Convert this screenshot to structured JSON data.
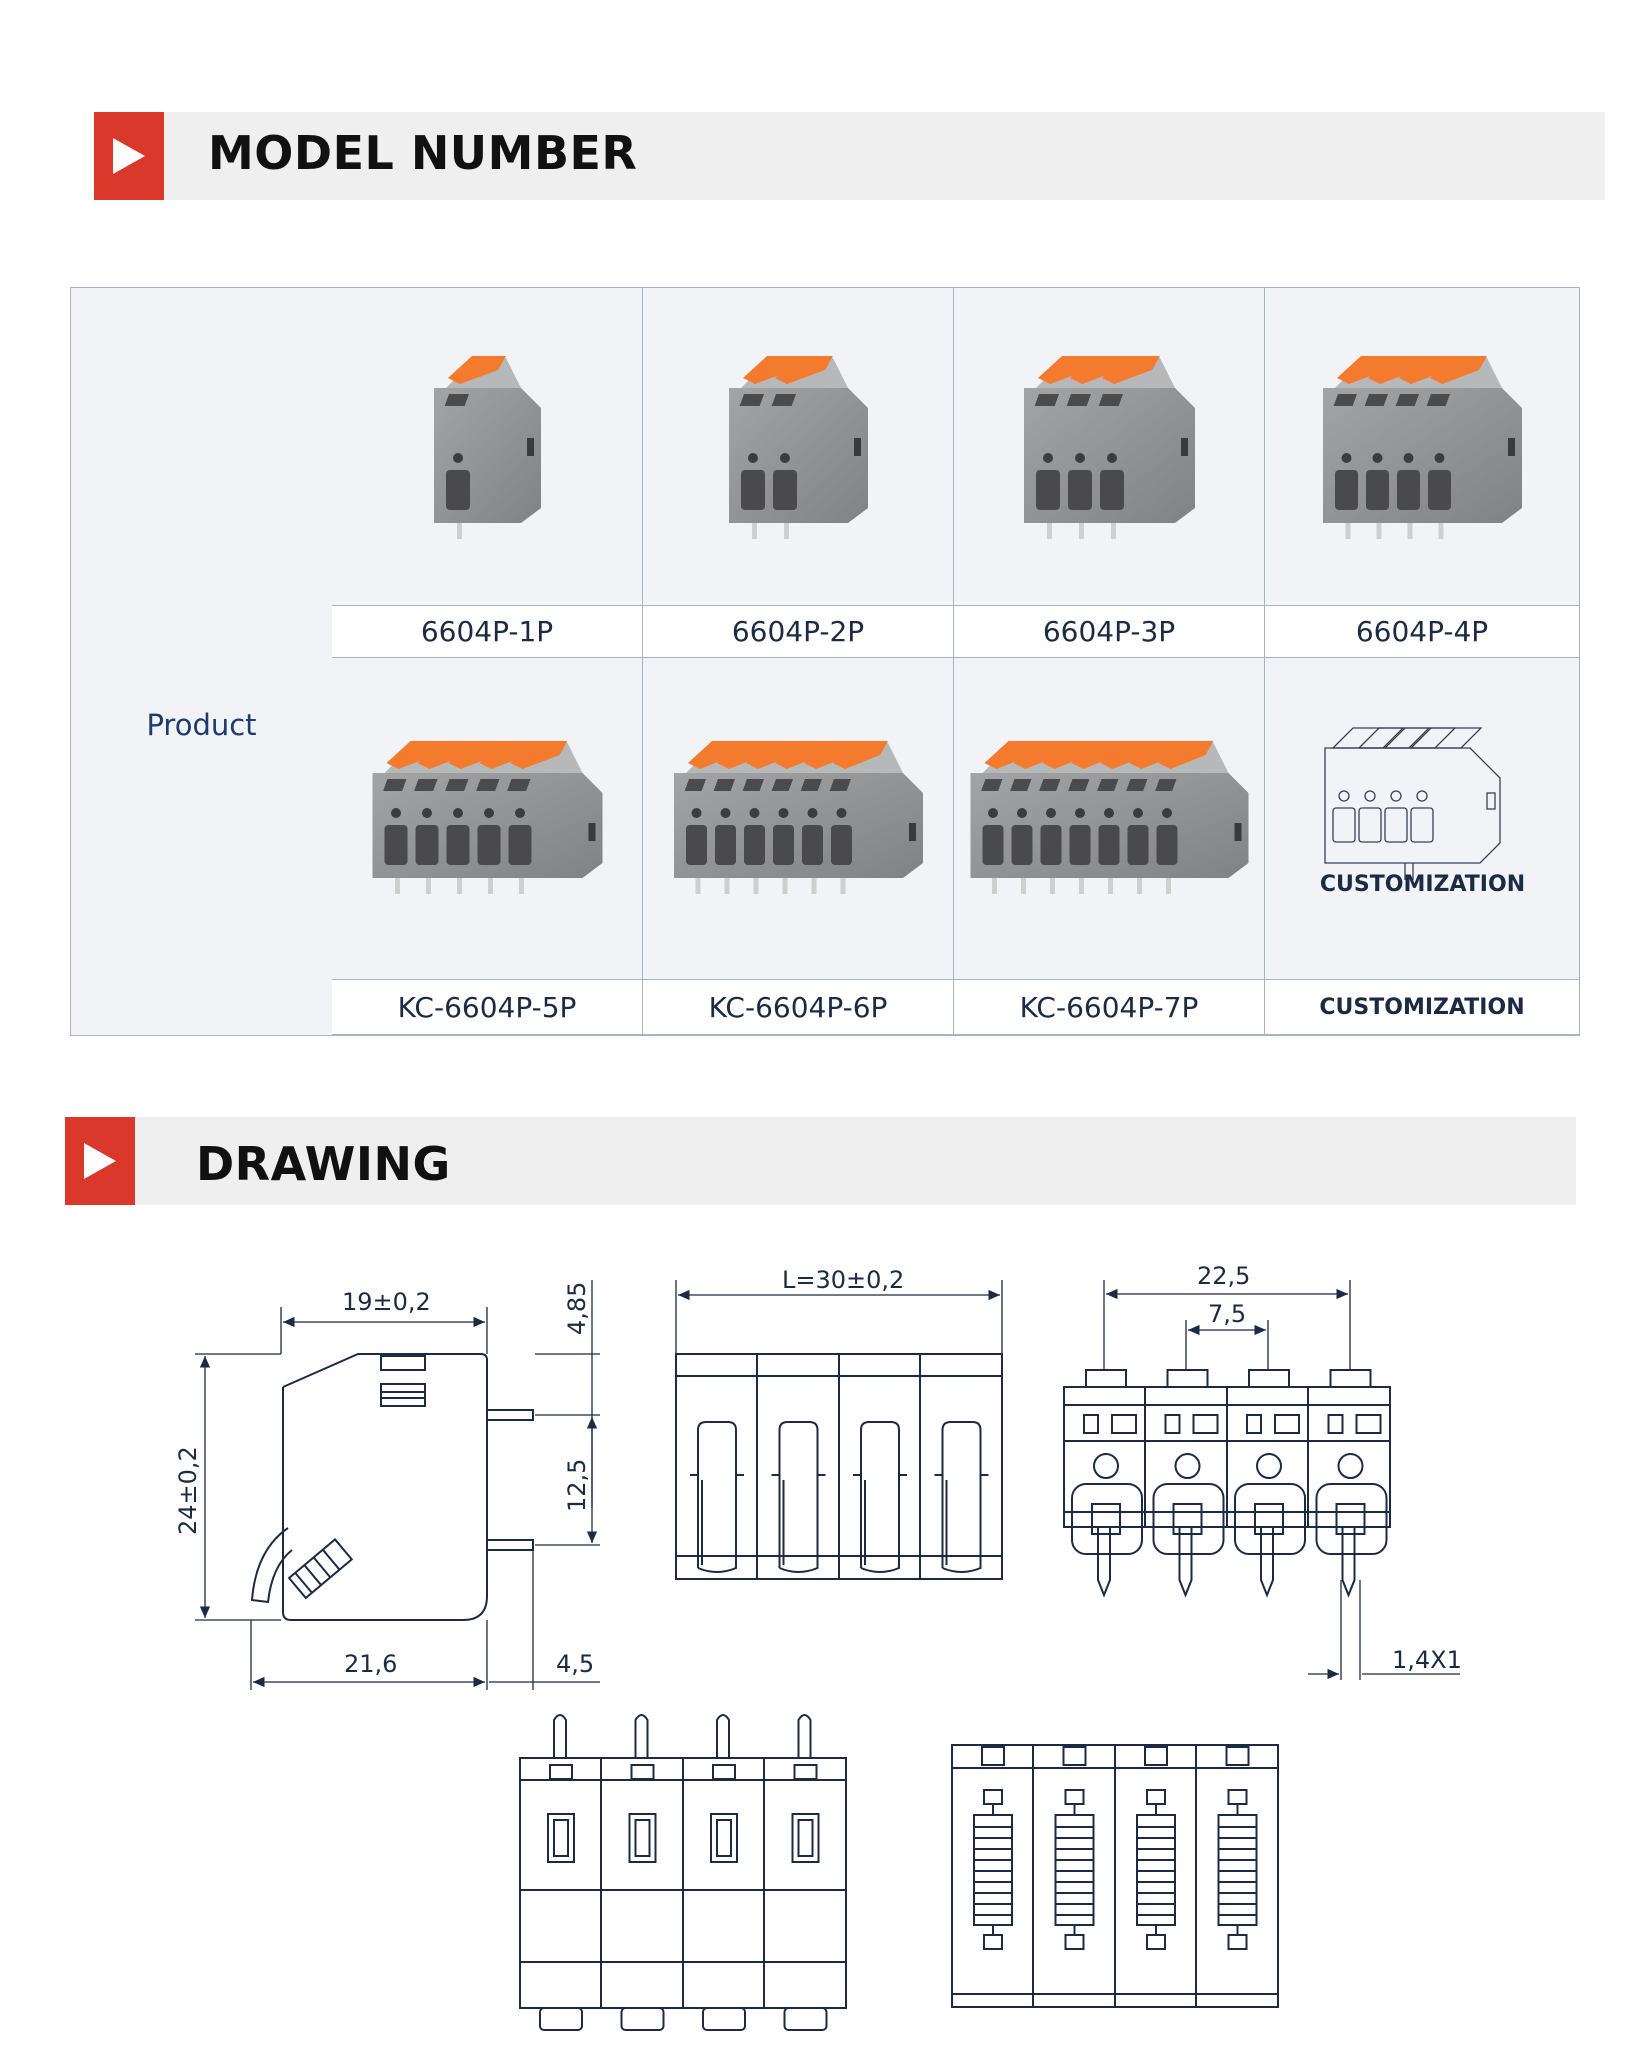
{
  "sections": {
    "model": {
      "title": "MODEL NUMBER"
    },
    "drawing": {
      "title": "DRAWING"
    }
  },
  "table": {
    "row_header": "Product",
    "row1": [
      {
        "label": "6604P-1P",
        "poles": 1
      },
      {
        "label": "6604P-2P",
        "poles": 2
      },
      {
        "label": "6604P-3P",
        "poles": 3
      },
      {
        "label": "6604P-4P",
        "poles": 4
      }
    ],
    "row2": [
      {
        "label": "KC-6604P-5P",
        "poles": 5
      },
      {
        "label": "KC-6604P-6P",
        "poles": 6
      },
      {
        "label": "KC-6604P-7P",
        "poles": 7
      },
      {
        "label": "CUSTOMIZATION",
        "poles": 0
      }
    ],
    "custom_overlay": "CUSTOMIZATION"
  },
  "drawing": {
    "dims": {
      "d1": "19±0,2",
      "d2": "4,85",
      "d3": "24±0,2",
      "d4": "12,5",
      "d5": "21,6",
      "d6": "4,5",
      "d7": "L=30±0,2",
      "d8": "22,5",
      "d9": "7,5",
      "d10": "1,4X1"
    }
  },
  "colors": {
    "accent": "#d9382a",
    "orange": "#f47a2e",
    "body": "#8e8f91",
    "line": "#1d2a44"
  }
}
